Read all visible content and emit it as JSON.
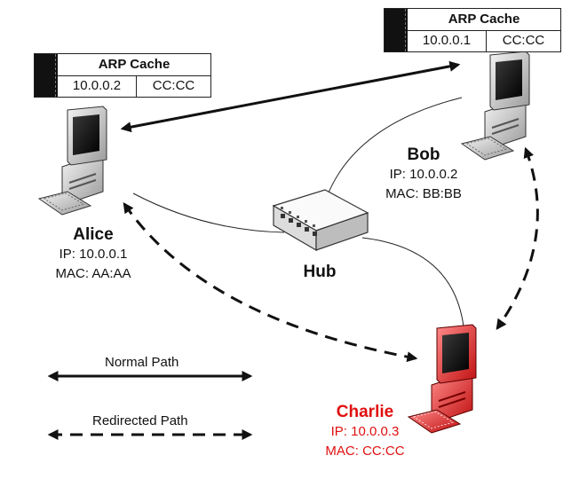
{
  "arp_caches": {
    "alice": {
      "title": "ARP Cache",
      "ip": "10.0.0.2",
      "mac": "CC:CC"
    },
    "bob": {
      "title": "ARP Cache",
      "ip": "10.0.0.1",
      "mac": "CC:CC"
    }
  },
  "hosts": {
    "alice": {
      "name": "Alice",
      "ip": "IP: 10.0.0.1",
      "mac": "MAC: AA:AA"
    },
    "bob": {
      "name": "Bob",
      "ip": "IP: 10.0.0.2",
      "mac": "MAC: BB:BB"
    },
    "charlie": {
      "name": "Charlie",
      "ip": "IP: 10.0.0.3",
      "mac": "MAC: CC:CC"
    }
  },
  "hub": {
    "label": "Hub"
  },
  "legend": {
    "normal": "Normal Path",
    "redirected": "Redirected Path"
  },
  "colors": {
    "attacker": "#e01010",
    "computer": "#d8d8d8",
    "line": "#111111"
  }
}
